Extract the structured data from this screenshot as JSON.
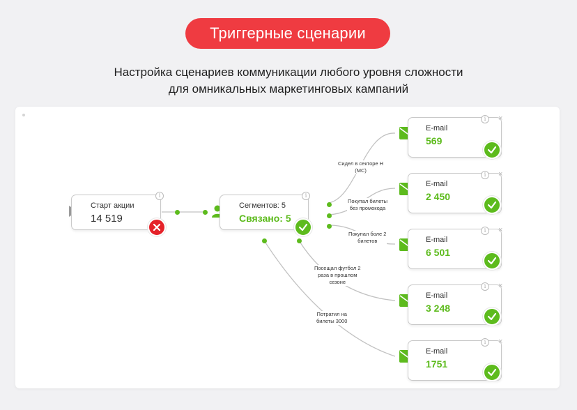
{
  "header": {
    "title": "Триггерные сценарии",
    "subtitle_line1": "Настройка сценариев коммуникации любого уровня сложности",
    "subtitle_line2": "для омникальных маркетинговых кампаний"
  },
  "colors": {
    "accent_red": "#ef3b41",
    "success_green": "#5dbb1d",
    "error_red": "#e52229"
  },
  "nodes": {
    "start": {
      "title": "Старт акции",
      "value": "14 519",
      "status": "error"
    },
    "segment": {
      "title": "Сегментов: 5",
      "value": "Связано: 5",
      "status": "success"
    },
    "emails": [
      {
        "title": "E-mail",
        "value": "569"
      },
      {
        "title": "E-mail",
        "value": "2 450"
      },
      {
        "title": "E-mail",
        "value": "6 501"
      },
      {
        "title": "E-mail",
        "value": "3 248"
      },
      {
        "title": "E-mail",
        "value": "1751"
      }
    ]
  },
  "edges": [
    {
      "label_line1": "Сидел в секторе Н",
      "label_line2": "(МС)"
    },
    {
      "label_line1": "Покупал билеты",
      "label_line2": "без промокода"
    },
    {
      "label_line1": "Покупал боле 2",
      "label_line2": "билетов"
    },
    {
      "label_line1": "Посещал футбол 2",
      "label_line2": "раза в прошлом",
      "label_line3": "сезоне"
    },
    {
      "label_line1": "Потратил на",
      "label_line2": "билеты 3000"
    }
  ],
  "icons": {
    "info": "info-icon",
    "close": "close-icon",
    "check": "check-icon",
    "error": "error-icon",
    "email": "email-envelope-icon",
    "segment": "user-segment-icon",
    "start": "play-triangle-icon"
  },
  "glyphs": {
    "info": "i",
    "close": "×"
  }
}
